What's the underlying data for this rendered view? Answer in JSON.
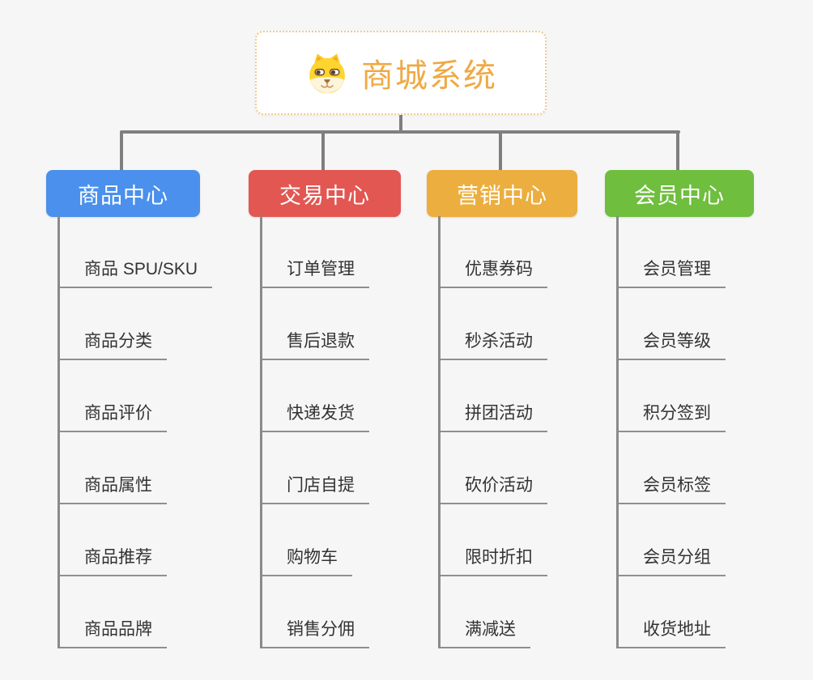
{
  "root": {
    "title": "商城系统",
    "title_color": "#EFA944",
    "icon": "dog-icon"
  },
  "colors": {
    "background": "#F6F6F6",
    "connector": "#7F7F7F",
    "root_border": "#F3C98A",
    "leaf_text": "#333333",
    "leaf_line": "#8F8F8F"
  },
  "branches": [
    {
      "label": "商品中心",
      "color": "#4A90EC",
      "children": [
        "商品 SPU/SKU",
        "商品分类",
        "商品评价",
        "商品属性",
        "商品推荐",
        "商品品牌"
      ]
    },
    {
      "label": "交易中心",
      "color": "#E25752",
      "children": [
        "订单管理",
        "售后退款",
        "快递发货",
        "门店自提",
        "购物车",
        "销售分佣"
      ]
    },
    {
      "label": "营销中心",
      "color": "#ECAE3F",
      "children": [
        "优惠券码",
        "秒杀活动",
        "拼团活动",
        "砍价活动",
        "限时折扣",
        "满减送"
      ]
    },
    {
      "label": "会员中心",
      "color": "#6FBE3E",
      "children": [
        "会员管理",
        "会员等级",
        "积分签到",
        "会员标签",
        "会员分组",
        "收货地址"
      ]
    }
  ]
}
